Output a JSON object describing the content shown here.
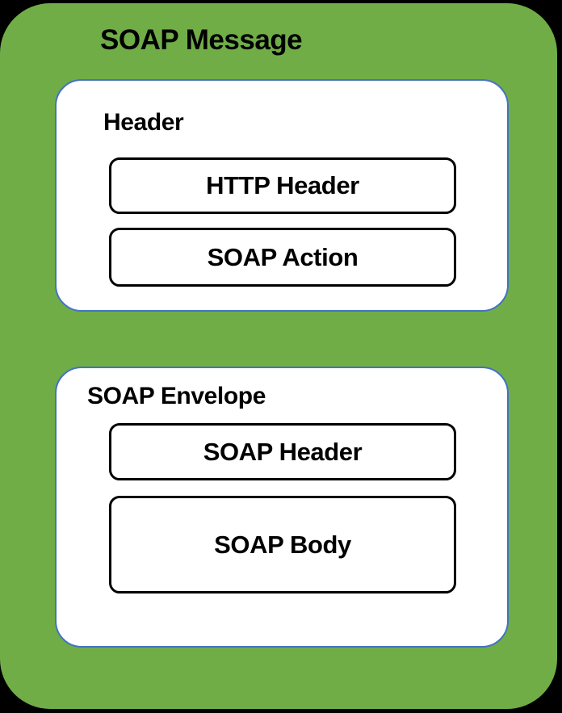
{
  "diagram": {
    "title": "SOAP Message",
    "colors": {
      "background": "#000000",
      "container_fill": "#70AD47",
      "panel_fill": "#FFFFFF",
      "panel_border": "#4472C4",
      "box_border": "#000000",
      "text": "#000000"
    },
    "sections": [
      {
        "label": "Header",
        "boxes": [
          {
            "label": "HTTP Header"
          },
          {
            "label": "SOAP Action"
          }
        ]
      },
      {
        "label": "SOAP Envelope",
        "boxes": [
          {
            "label": "SOAP Header"
          },
          {
            "label": "SOAP Body"
          }
        ]
      }
    ]
  }
}
